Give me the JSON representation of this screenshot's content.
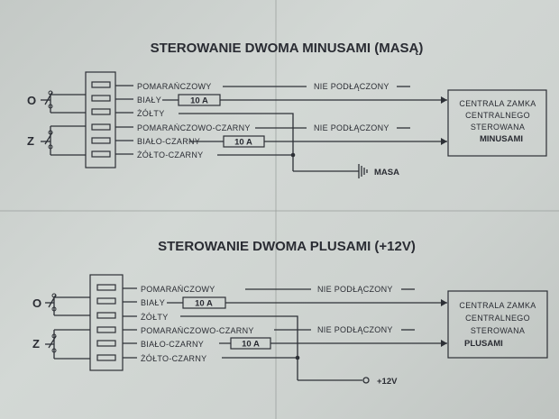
{
  "diagram1": {
    "title": "STEROWANIE DWOMA MINUSAMI (MASĄ)",
    "wires": [
      "POMARAŃCZOWY",
      "BIAŁY",
      "ŻÓŁTY",
      "POMARAŃCZOWO-CZARNY",
      "BIAŁO-CZARNY",
      "ŻÓŁTO-CZARNY"
    ],
    "fuse1": "10 A",
    "fuse2": "10 A",
    "nc1": "NIE PODŁĄCZONY",
    "nc2": "NIE PODŁĄCZONY",
    "switch_o": "O",
    "switch_z": "Z",
    "central": [
      "CENTRALA ZAMKA",
      "CENTRALNEGO",
      "STEROWANA",
      "MINUSAMI"
    ],
    "ground": "MASA"
  },
  "diagram2": {
    "title": "STEROWANIE DWOMA PLUSAMI (+12V)",
    "wires": [
      "POMARAŃCZOWY",
      "BIAŁY",
      "ŻÓŁTY",
      "POMARAŃCZOWO-CZARNY",
      "BIAŁO-CZARNY",
      "ŻÓŁTO-CZARNY"
    ],
    "fuse1": "10 A",
    "fuse2": "10 A",
    "nc1": "NIE PODŁĄCZONY",
    "nc2": "NIE PODŁĄCZONY",
    "switch_o": "O",
    "switch_z": "Z",
    "central": [
      "CENTRALA ZAMKA",
      "CENTRALNEGO",
      "STEROWANA",
      "PLUSAMI"
    ],
    "supply": "+12V"
  }
}
